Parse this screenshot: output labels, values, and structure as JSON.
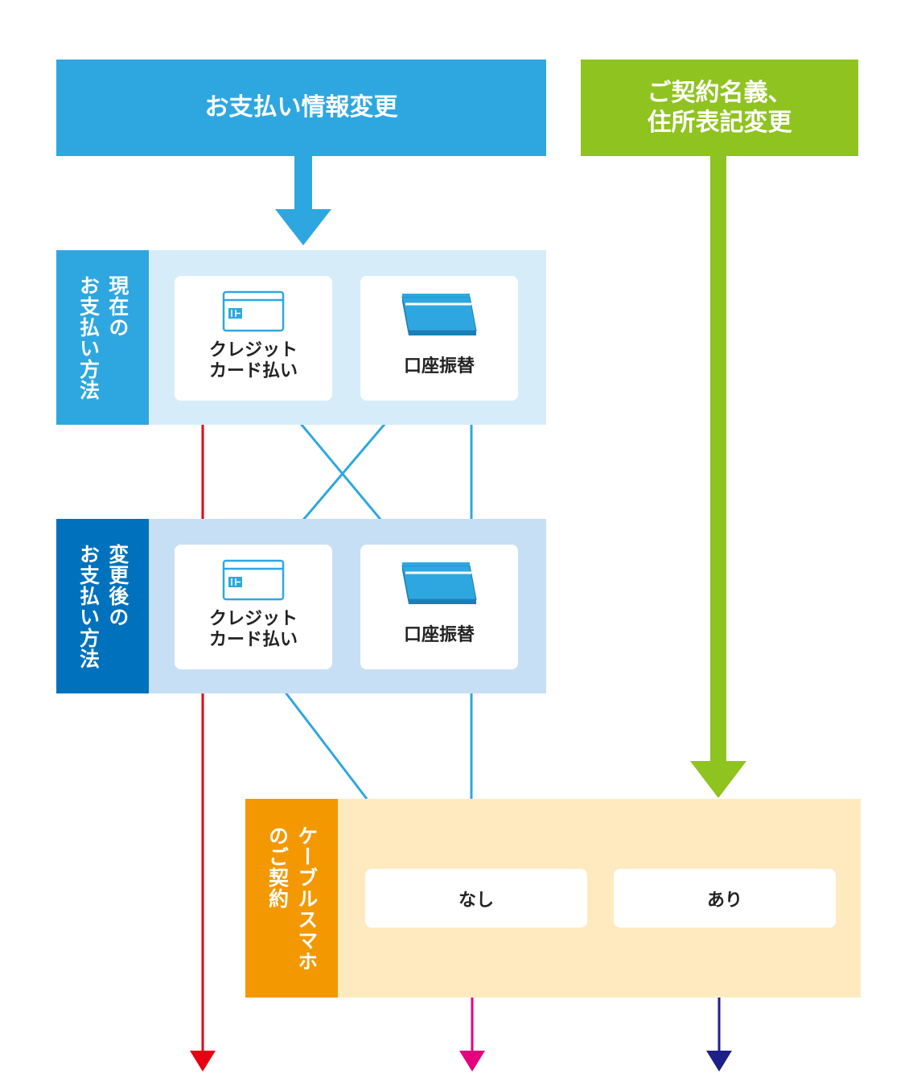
{
  "header_payment": "お支払い情報変更",
  "header_contract": "ご契約名義、\n住所表記変更",
  "current_section": {
    "label": "現在の\nお支払い方法",
    "options": [
      {
        "label": "クレジット\nカード払い",
        "icon": "credit-card-icon"
      },
      {
        "label": "口座振替",
        "icon": "bank-book-icon"
      }
    ]
  },
  "after_section": {
    "label": "変更後の\nお支払い方法",
    "options": [
      {
        "label": "クレジット\nカード払い",
        "icon": "credit-card-icon"
      },
      {
        "label": "口座振替",
        "icon": "bank-book-icon"
      }
    ]
  },
  "cable_section": {
    "label": "ケーブルスマホ\nのご契約",
    "options": [
      {
        "label": "なし"
      },
      {
        "label": "あり"
      }
    ]
  },
  "colors": {
    "blue": "#2ea7e0",
    "dark_blue": "#0071bc",
    "green": "#8fc31f",
    "orange": "#f39800",
    "red": "#e60012",
    "magenta": "#e4007f",
    "navy": "#1d2088"
  }
}
